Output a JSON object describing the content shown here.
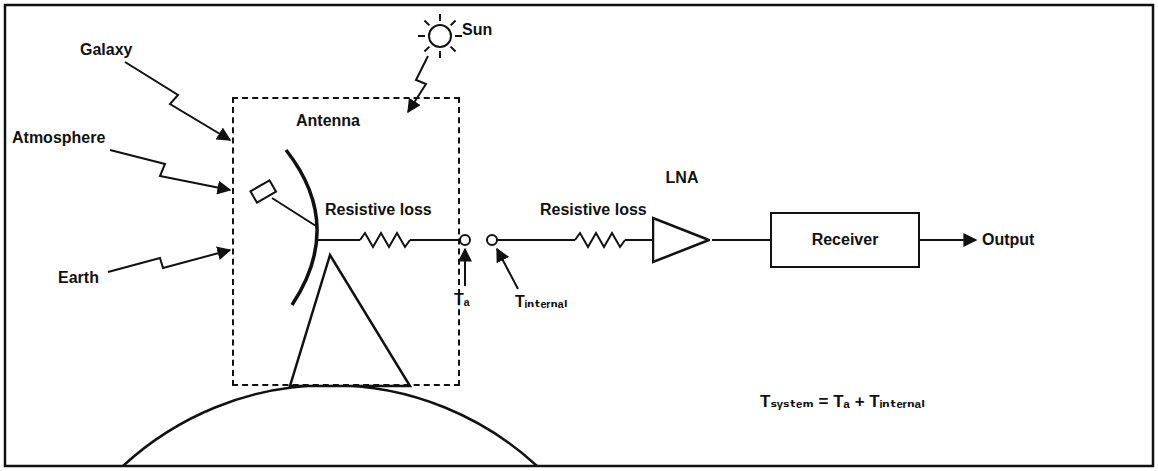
{
  "diagram": {
    "nodes": [
      {
        "text": [
          "Antenna"
        ]
      },
      {
        "text": [
          "LNA"
        ]
      },
      {
        "text": [
          "Receiver"
        ]
      }
    ],
    "edges": [
      {
        "from": 1,
        "to": 2,
        "arrow": "none"
      }
    ],
    "labels": [
      "Galaxy",
      "Sun",
      "Atmosphere",
      "Earth",
      "Resistive loss",
      "Tₐ",
      "Resistive loss",
      "Tᵢₙₜₑᵣₙₐₗ",
      "Output",
      "Tₛᵧₛₜₑₘ = Tₐ + Tᵢₙₜₑᵣₙₐₗ"
    ]
  }
}
